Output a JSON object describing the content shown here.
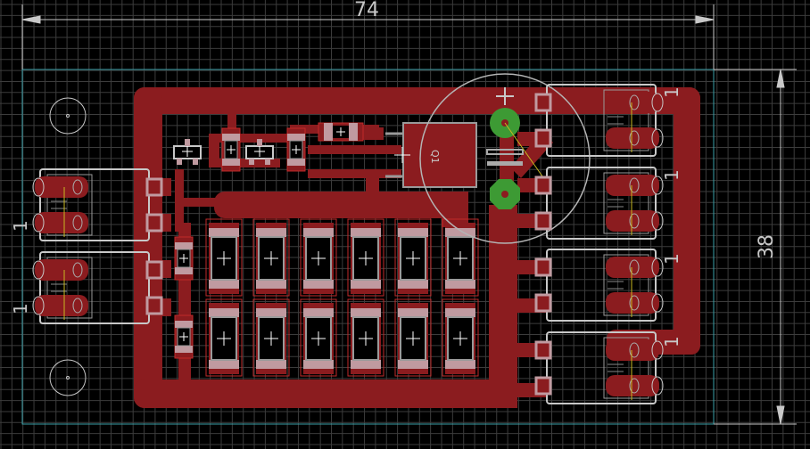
{
  "editor": {
    "view": "board-layout"
  },
  "dimensions": {
    "width_label": "74",
    "height_label": "38"
  },
  "parts": {
    "transistor_label": "Q1"
  },
  "connectors": {
    "left_pin1_labels": [
      "1",
      "1"
    ],
    "right_pin1_labels": [
      "1",
      "1",
      "1",
      "1"
    ]
  },
  "colors": {
    "background": "#000000",
    "grid": "#4a4a4a",
    "copper": "#8b1c1f",
    "pad": "#c09aa0",
    "via": "#3d9a34",
    "outline": "#3aa0a8",
    "silk": "#c8c8c8",
    "airwire": "#c8b820"
  }
}
